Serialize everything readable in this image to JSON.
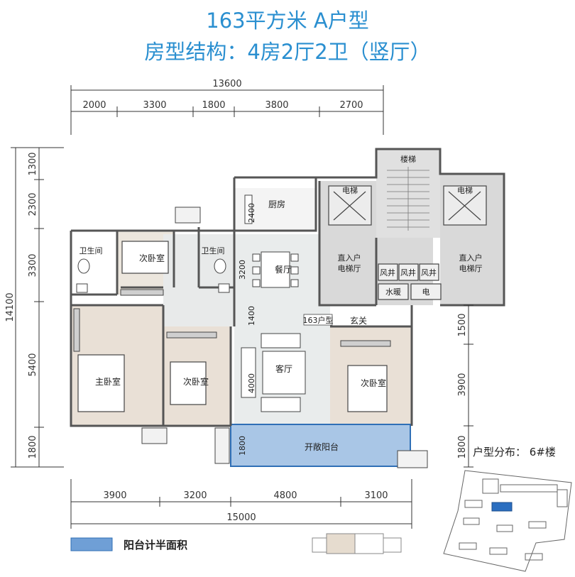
{
  "title": "163平方米  A户型",
  "subtitle": "房型结构：4房2厅2卫（竖厅）",
  "dims_top": {
    "total": "13600",
    "segments": [
      "2000",
      "3300",
      "1800",
      "3800",
      "2700"
    ]
  },
  "dims_bottom": {
    "total": "15000",
    "segments": [
      "3900",
      "3200",
      "4800",
      "3100"
    ]
  },
  "dims_left": {
    "total": "14100",
    "segments": [
      "1300",
      "2300",
      "3300",
      "5400",
      "1800"
    ]
  },
  "dims_right": {
    "segments": [
      "1500",
      "3900",
      "1800"
    ]
  },
  "dims_inner": [
    "2400",
    "3200",
    "1400",
    "4000",
    "1800"
  ],
  "rooms": {
    "stair": "楼梯",
    "elevator_left": "电梯",
    "elevator_right": "电梯",
    "kitchen": "厨房",
    "bath1": "卫生间",
    "bath2": "卫生间",
    "second_bedroom_top": "次卧室",
    "dining": "餐厅",
    "hall_left_1": "直入户",
    "hall_left_2": "电梯厅",
    "hall_right_1": "直入户",
    "hall_right_2": "电梯厅",
    "shaft1": "风井",
    "shaft2": "风井",
    "shaft3": "风井",
    "water": "水暖",
    "electric": "电",
    "unit_tag": "163户型",
    "foyer": "玄关",
    "master": "主卧室",
    "second_bedroom_mid": "次卧室",
    "living": "客厅",
    "second_bedroom_right": "次卧室",
    "balcony": "开敞阳台"
  },
  "distribution": "户型分布： 6#楼",
  "legend": {
    "label": "阳台计半面积",
    "color": "#6f9fd6"
  },
  "colors": {
    "title": "#2a8fd0",
    "balcony_fill": "#a9c6e6",
    "balcony_stroke": "#2f6fb6",
    "bedroom_floor": "#e9e0d6"
  }
}
